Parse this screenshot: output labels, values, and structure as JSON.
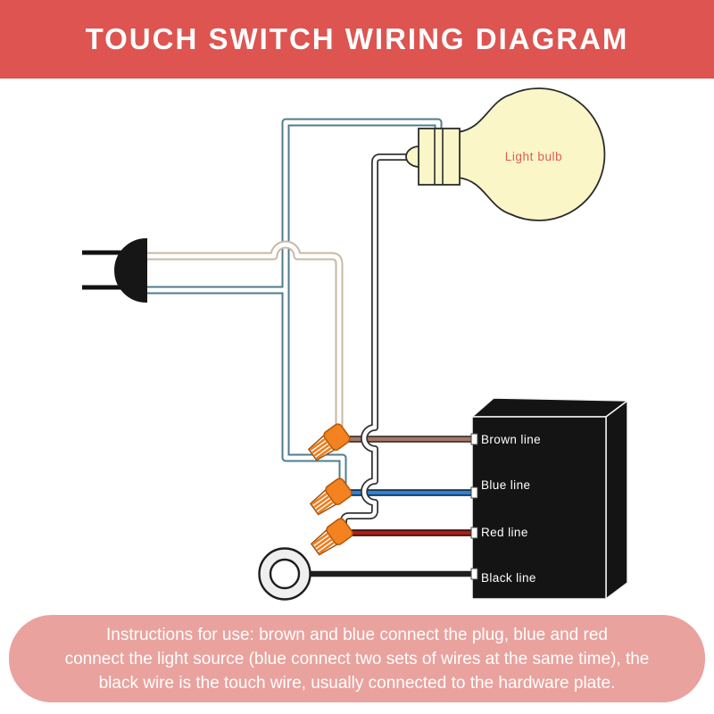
{
  "title": "TOUCH SWITCH WIRING DIAGRAM",
  "diagram": {
    "bulb_label": "Light bulb",
    "box_labels": [
      "Brown line",
      "Blue line",
      "Red line",
      "Black line"
    ]
  },
  "instructions": {
    "lines": [
      "Instructions for use: brown and blue connect the plug, blue and red",
      "connect the light source (blue connect two sets of wires at the same time), the",
      "black wire is the touch wire, usually connected to the hardware plate."
    ]
  },
  "colors": {
    "banner_red": "#dd5450",
    "panel_pink": "#e9a29e",
    "bulb_yellow": "#faf6c8",
    "bulb_label_red": "#e05a52",
    "wire_tan": "#c9b7a3",
    "wire_blue_gray": "#4e7c8d",
    "wire_white_outline": "#333333",
    "line_brown": "#a3766b",
    "line_blue": "#2e82d4",
    "line_red": "#b01e1a",
    "line_black": "#1f1f1f",
    "connector_orange": "#f58220",
    "box_black": "#141414"
  }
}
